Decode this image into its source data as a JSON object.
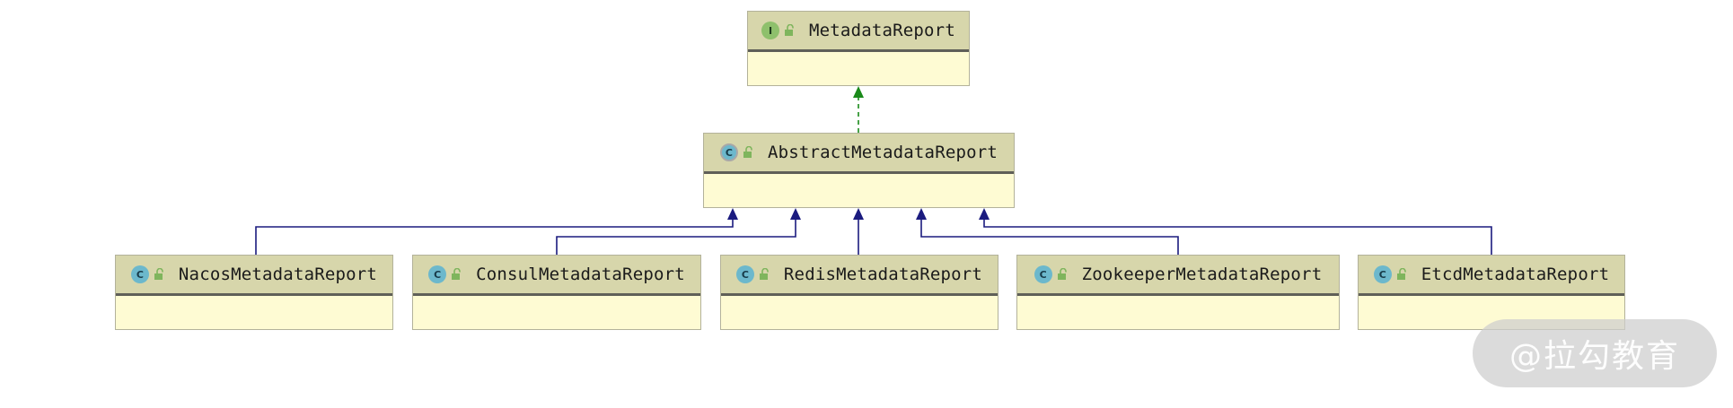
{
  "diagram": {
    "interface_node": {
      "name": "MetadataReport",
      "kind": "interface",
      "kind_letter": "I",
      "icon": "interface-icon"
    },
    "abstract_node": {
      "name": "AbstractMetadataReport",
      "kind": "abstract-class",
      "kind_letter": "C",
      "icon": "abstract-class-icon"
    },
    "subclasses": [
      {
        "name": "NacosMetadataReport",
        "kind_letter": "C",
        "icon": "class-icon"
      },
      {
        "name": "ConsulMetadataReport",
        "kind_letter": "C",
        "icon": "class-icon"
      },
      {
        "name": "RedisMetadataReport",
        "kind_letter": "C",
        "icon": "class-icon"
      },
      {
        "name": "ZookeeperMetadataReport",
        "kind_letter": "C",
        "icon": "class-icon"
      },
      {
        "name": "EtcdMetadataReport",
        "kind_letter": "C",
        "icon": "class-icon"
      }
    ],
    "relations": {
      "implements": {
        "from": "AbstractMetadataReport",
        "to": "MetadataReport",
        "style": "dashed",
        "color": "#1a8a1a"
      },
      "extends": {
        "to": "AbstractMetadataReport",
        "style": "solid",
        "color": "#1b1b7f"
      }
    },
    "colors": {
      "header": "#d7d6ab",
      "body": "#fefbd3",
      "border": "#b3b29a"
    }
  },
  "watermark": {
    "text": "@拉勾教育"
  }
}
